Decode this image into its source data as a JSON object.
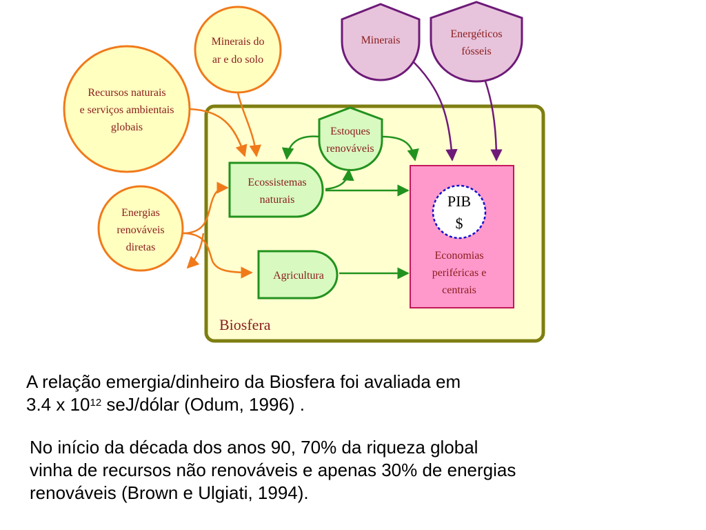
{
  "diagram": {
    "sources": {
      "minerais_ar_solo": [
        "Minerais do",
        "ar e do solo"
      ],
      "recursos_naturais": [
        "Recursos naturais",
        "e serviços ambientais",
        "globais"
      ],
      "energias_renovaveis": [
        "Energias",
        "renováveis",
        "diretas"
      ],
      "minerais": "Minerais",
      "energeticos_fosseis": [
        "Energéticos",
        "fósseis"
      ]
    },
    "nodes": {
      "estoques": [
        "Estoques",
        "renováveis"
      ],
      "ecossistemas": [
        "Ecossistemas",
        "naturais"
      ],
      "agricultura": "Agricultura",
      "pib": [
        "PIB",
        "$"
      ],
      "economias": [
        "Economias",
        "periféricas e",
        "centrais"
      ]
    },
    "biosfera_label": "Biosfera",
    "colors": {
      "orange": "#f07a1a",
      "source_fill": "#ffffc0",
      "green": "#22921e",
      "green_fill": "#d8f9c0",
      "purple": "#6e1a78",
      "purple_fill": "#e8c4dc",
      "olive": "#7e7e12",
      "biosfera_fill": "#ffffd0",
      "economy_fill": "#ff99cc",
      "economy_stroke": "#c4175a",
      "pib_border": "#1111cc",
      "text_red": "#8a1c1c"
    }
  },
  "caption1": {
    "line1": "A relação emergia/dinheiro da Biosfera foi avaliada em",
    "line2_pre": "3.4 x 10",
    "line2_sup": "12",
    "line2_post": " seJ/dólar (Odum, 1996) ."
  },
  "caption2": {
    "line1": "No início da década dos anos 90, 70% da riqueza global",
    "line2": "vinha de recursos não renováveis e apenas 30% de energias",
    "line3": "renováveis (Brown e Ulgiati, 1994)."
  }
}
